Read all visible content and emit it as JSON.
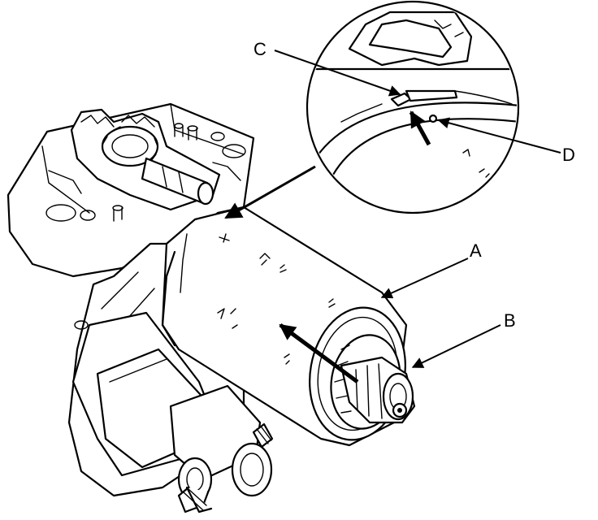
{
  "diagram": {
    "type": "technical-illustration",
    "callouts": {
      "a": "A",
      "b": "B",
      "c": "C",
      "d": "D"
    },
    "colors": {
      "ink": "#000000",
      "paper": "#ffffff"
    }
  }
}
